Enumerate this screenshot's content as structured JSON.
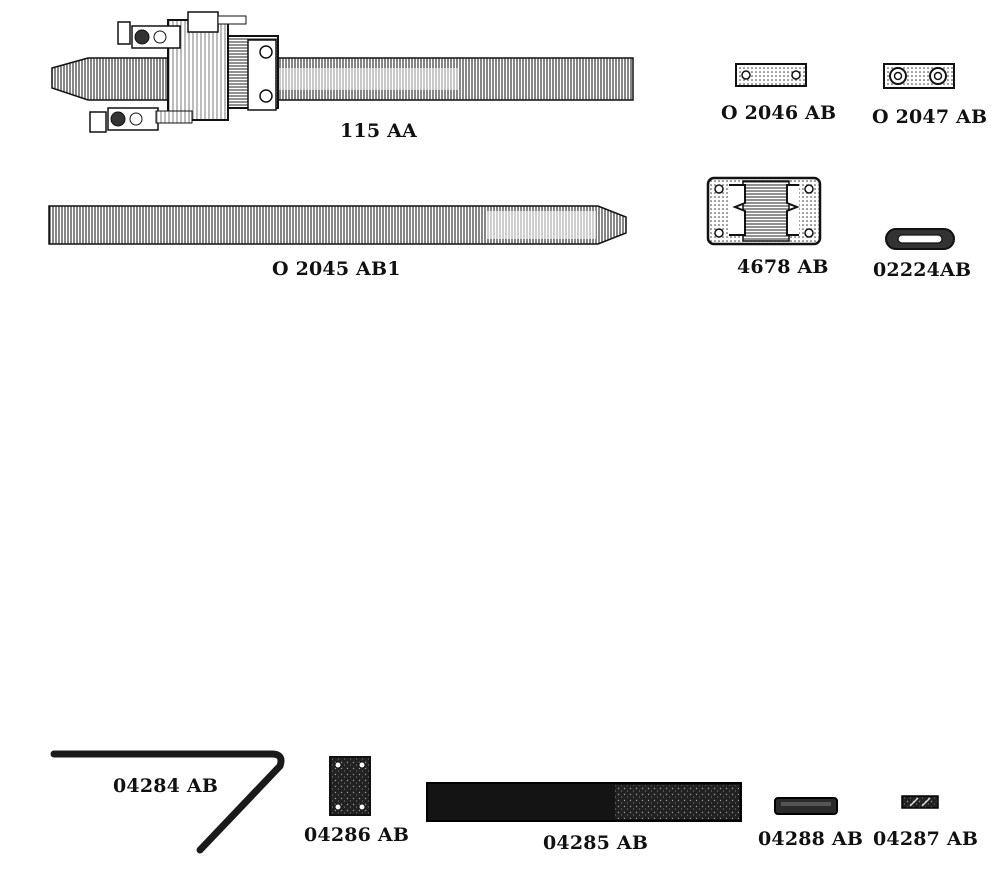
{
  "parts": {
    "p115AA": "115 AA",
    "pO2046AB": "O 2046 AB",
    "pO2047AB": "O 2047 AB",
    "pO2045AB1": "O 2045 AB1",
    "p4678AB": "4678 AB",
    "p02224AB": "02224AB",
    "p04284AB": "04284 AB",
    "p04286AB": "04286 AB",
    "p04285AB": "04285 AB",
    "p04288AB": "04288 AB",
    "p04287AB": "04287 AB"
  }
}
